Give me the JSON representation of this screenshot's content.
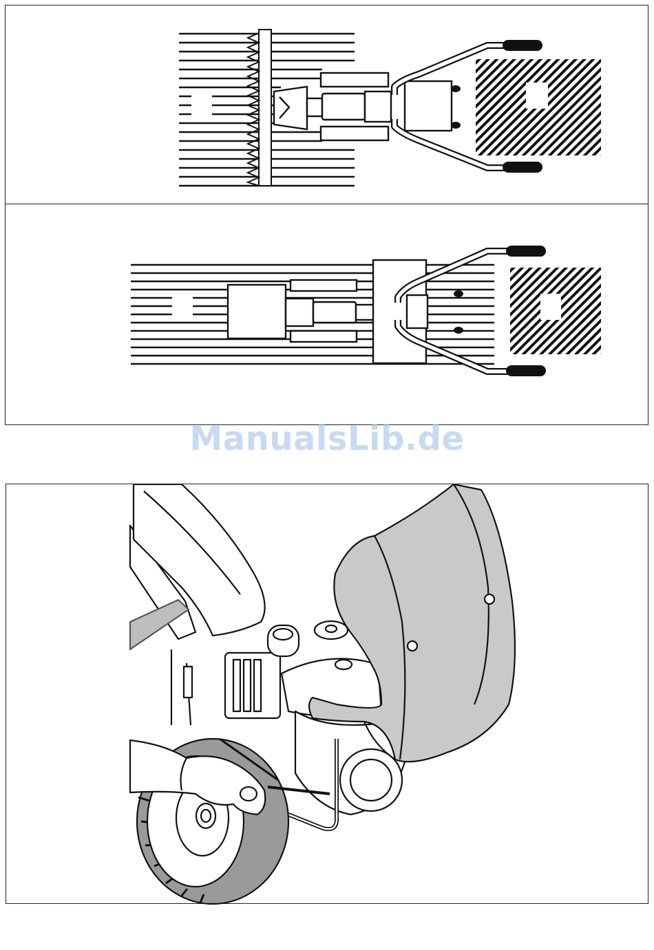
{
  "watermark": {
    "text": "ManualsLib.de",
    "color": "#c8daf2"
  },
  "colors": {
    "ink": "#111111",
    "housing_fill": "#c9c9c9",
    "paper": "#ffffff"
  },
  "figures": [
    {
      "id": "top",
      "kind": "line-diagram",
      "icon": "snow-thrower-top-view-icon"
    },
    {
      "id": "middle",
      "kind": "line-diagram",
      "icon": "snow-thrower-top-view-icon"
    },
    {
      "id": "bottom",
      "kind": "illustration",
      "icon": "snow-thrower-maintenance-icon"
    }
  ]
}
